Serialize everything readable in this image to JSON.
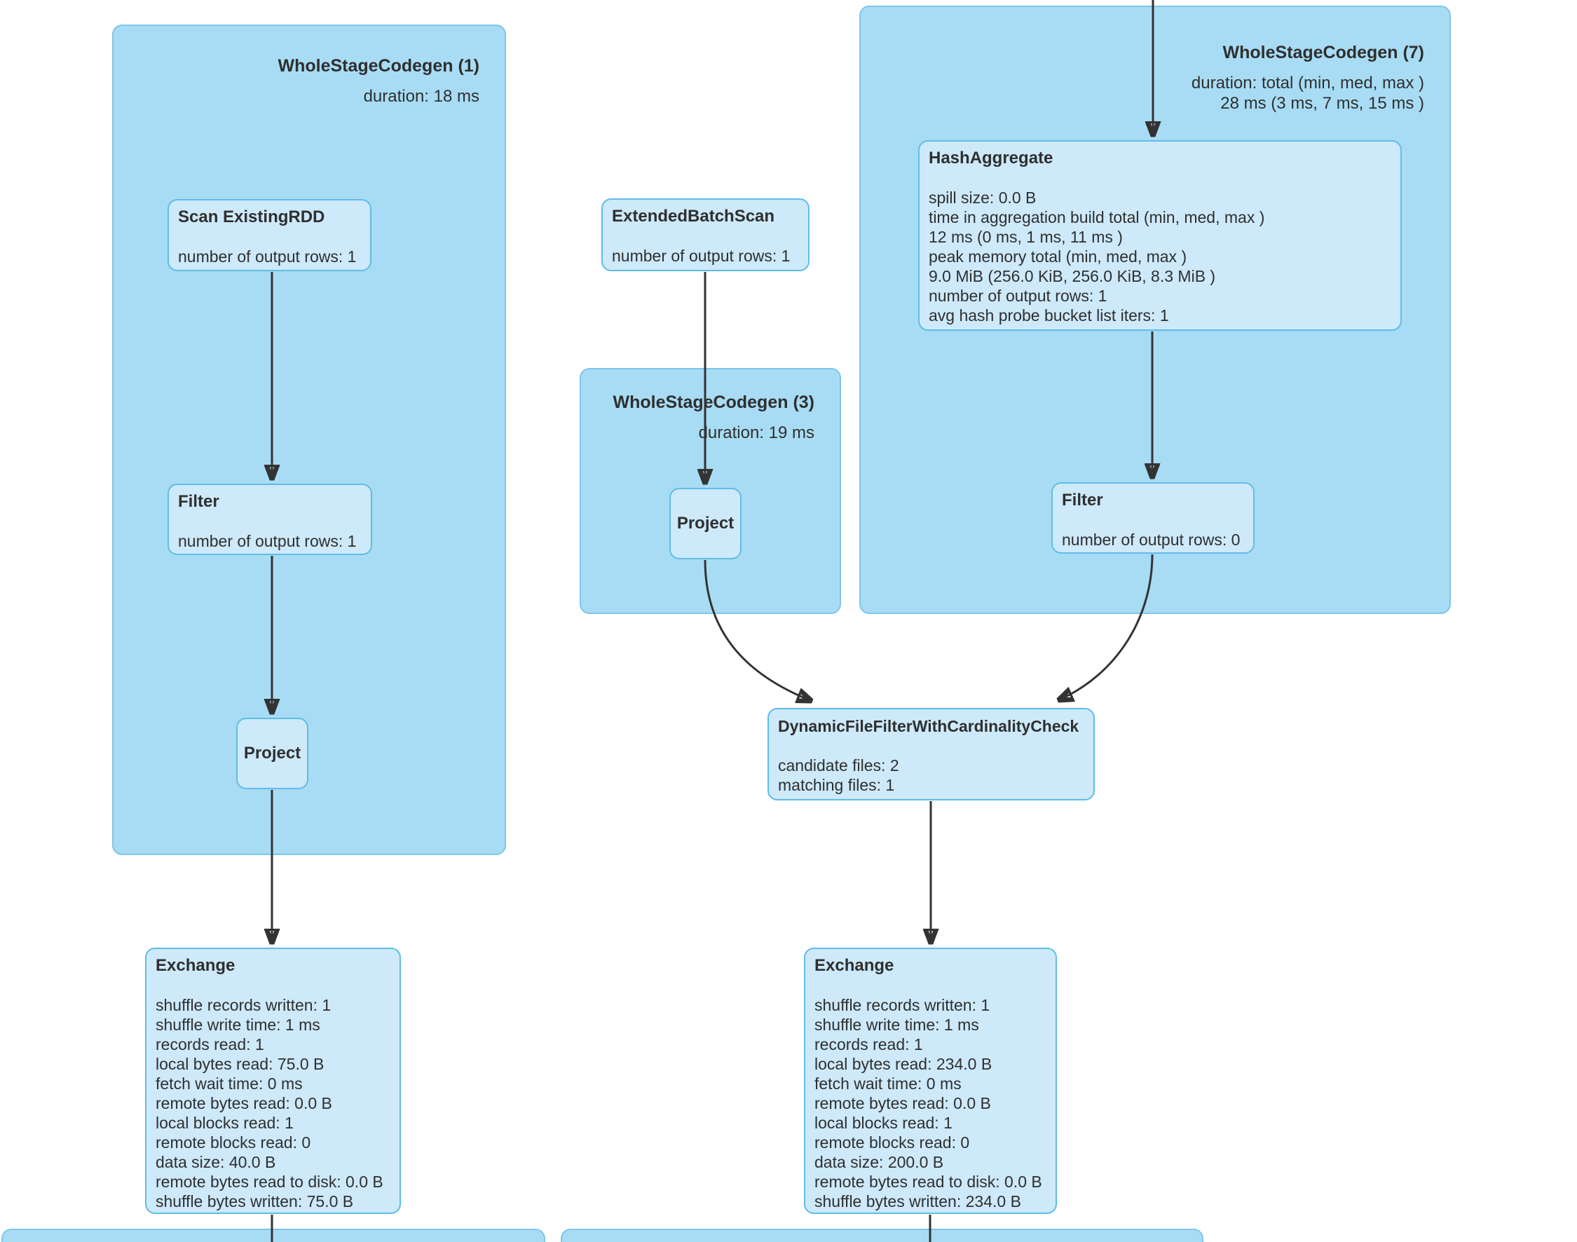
{
  "colors": {
    "cluster_fill": "#a8dcf4",
    "cluster_border": "#7ec6e8",
    "node_fill": "#cde9fa",
    "node_border": "#5fbce8",
    "edge": "#333333",
    "text": "#2f2f2f",
    "background": "#ffffff"
  },
  "clusters": {
    "wscg1": {
      "title": "WholeStageCodegen (1)",
      "lines": [
        "duration: 18 ms"
      ]
    },
    "wscg3": {
      "title": "WholeStageCodegen (3)",
      "lines": [
        "duration: 19 ms"
      ]
    },
    "wscg7": {
      "title": "WholeStageCodegen (7)",
      "lines": [
        "duration: total (min, med, max )",
        "28 ms (3 ms, 7 ms, 15 ms )"
      ]
    }
  },
  "nodes": {
    "scan_existing_rdd": {
      "title": "Scan ExistingRDD",
      "metrics": [
        "number of output rows: 1"
      ]
    },
    "filter_left": {
      "title": "Filter",
      "metrics": [
        "number of output rows: 1"
      ]
    },
    "project_left": {
      "title": "Project",
      "metrics": []
    },
    "exchange_left": {
      "title": "Exchange",
      "metrics": [
        "shuffle records written: 1",
        "shuffle write time: 1 ms",
        "records read: 1",
        "local bytes read: 75.0 B",
        "fetch wait time: 0 ms",
        "remote bytes read: 0.0 B",
        "local blocks read: 1",
        "remote blocks read: 0",
        "data size: 40.0 B",
        "remote bytes read to disk: 0.0 B",
        "shuffle bytes written: 75.0 B"
      ]
    },
    "extended_batch_scan": {
      "title": "ExtendedBatchScan",
      "metrics": [
        "number of output rows: 1"
      ]
    },
    "project_middle": {
      "title": "Project",
      "metrics": []
    },
    "hash_aggregate": {
      "title": "HashAggregate",
      "metrics": [
        "spill size: 0.0 B",
        "time in aggregation build total (min, med, max )",
        "12 ms (0 ms, 1 ms, 11 ms )",
        "peak memory total (min, med, max )",
        "9.0 MiB (256.0 KiB, 256.0 KiB, 8.3 MiB )",
        "number of output rows: 1",
        "avg hash probe bucket list iters: 1"
      ]
    },
    "filter_right": {
      "title": "Filter",
      "metrics": [
        "number of output rows: 0"
      ]
    },
    "dynamic_file_filter": {
      "title": "DynamicFileFilterWithCardinalityCheck",
      "metrics": [
        "candidate files: 2",
        "matching files: 1"
      ]
    },
    "exchange_right": {
      "title": "Exchange",
      "metrics": [
        "shuffle records written: 1",
        "shuffle write time: 1 ms",
        "records read: 1",
        "local bytes read: 234.0 B",
        "fetch wait time: 0 ms",
        "remote bytes read: 0.0 B",
        "local blocks read: 1",
        "remote blocks read: 0",
        "data size: 200.0 B",
        "remote bytes read to disk: 0.0 B",
        "shuffle bytes written: 234.0 B"
      ]
    }
  }
}
